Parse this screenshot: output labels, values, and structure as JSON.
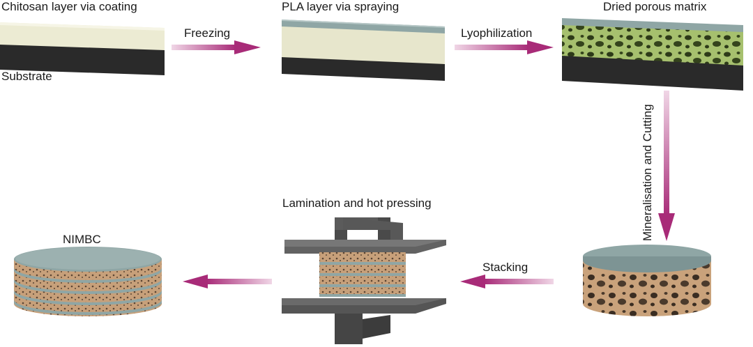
{
  "labels": {
    "step1_title": "Chitosan layer via coating",
    "substrate": "Substrate",
    "step2_title": "PLA layer via spraying",
    "step3_title": "Dried porous matrix",
    "arrow_freezing": "Freezing",
    "arrow_lyophilization": "Lyophilization",
    "arrow_mineralisation": "Mineralisation and Cutting",
    "arrow_stacking": "Stacking",
    "step_lamination": "Lamination and hot pressing",
    "final_product": "NIMBC"
  },
  "colors": {
    "arrow": "#b0327f",
    "substrate": "#2b2b2b",
    "chitosan": "#eeeed6",
    "pla": "#8fa7a6",
    "porous_green": "#a7c070",
    "mineral_tan": "#c8a27c",
    "press": "#555555"
  }
}
